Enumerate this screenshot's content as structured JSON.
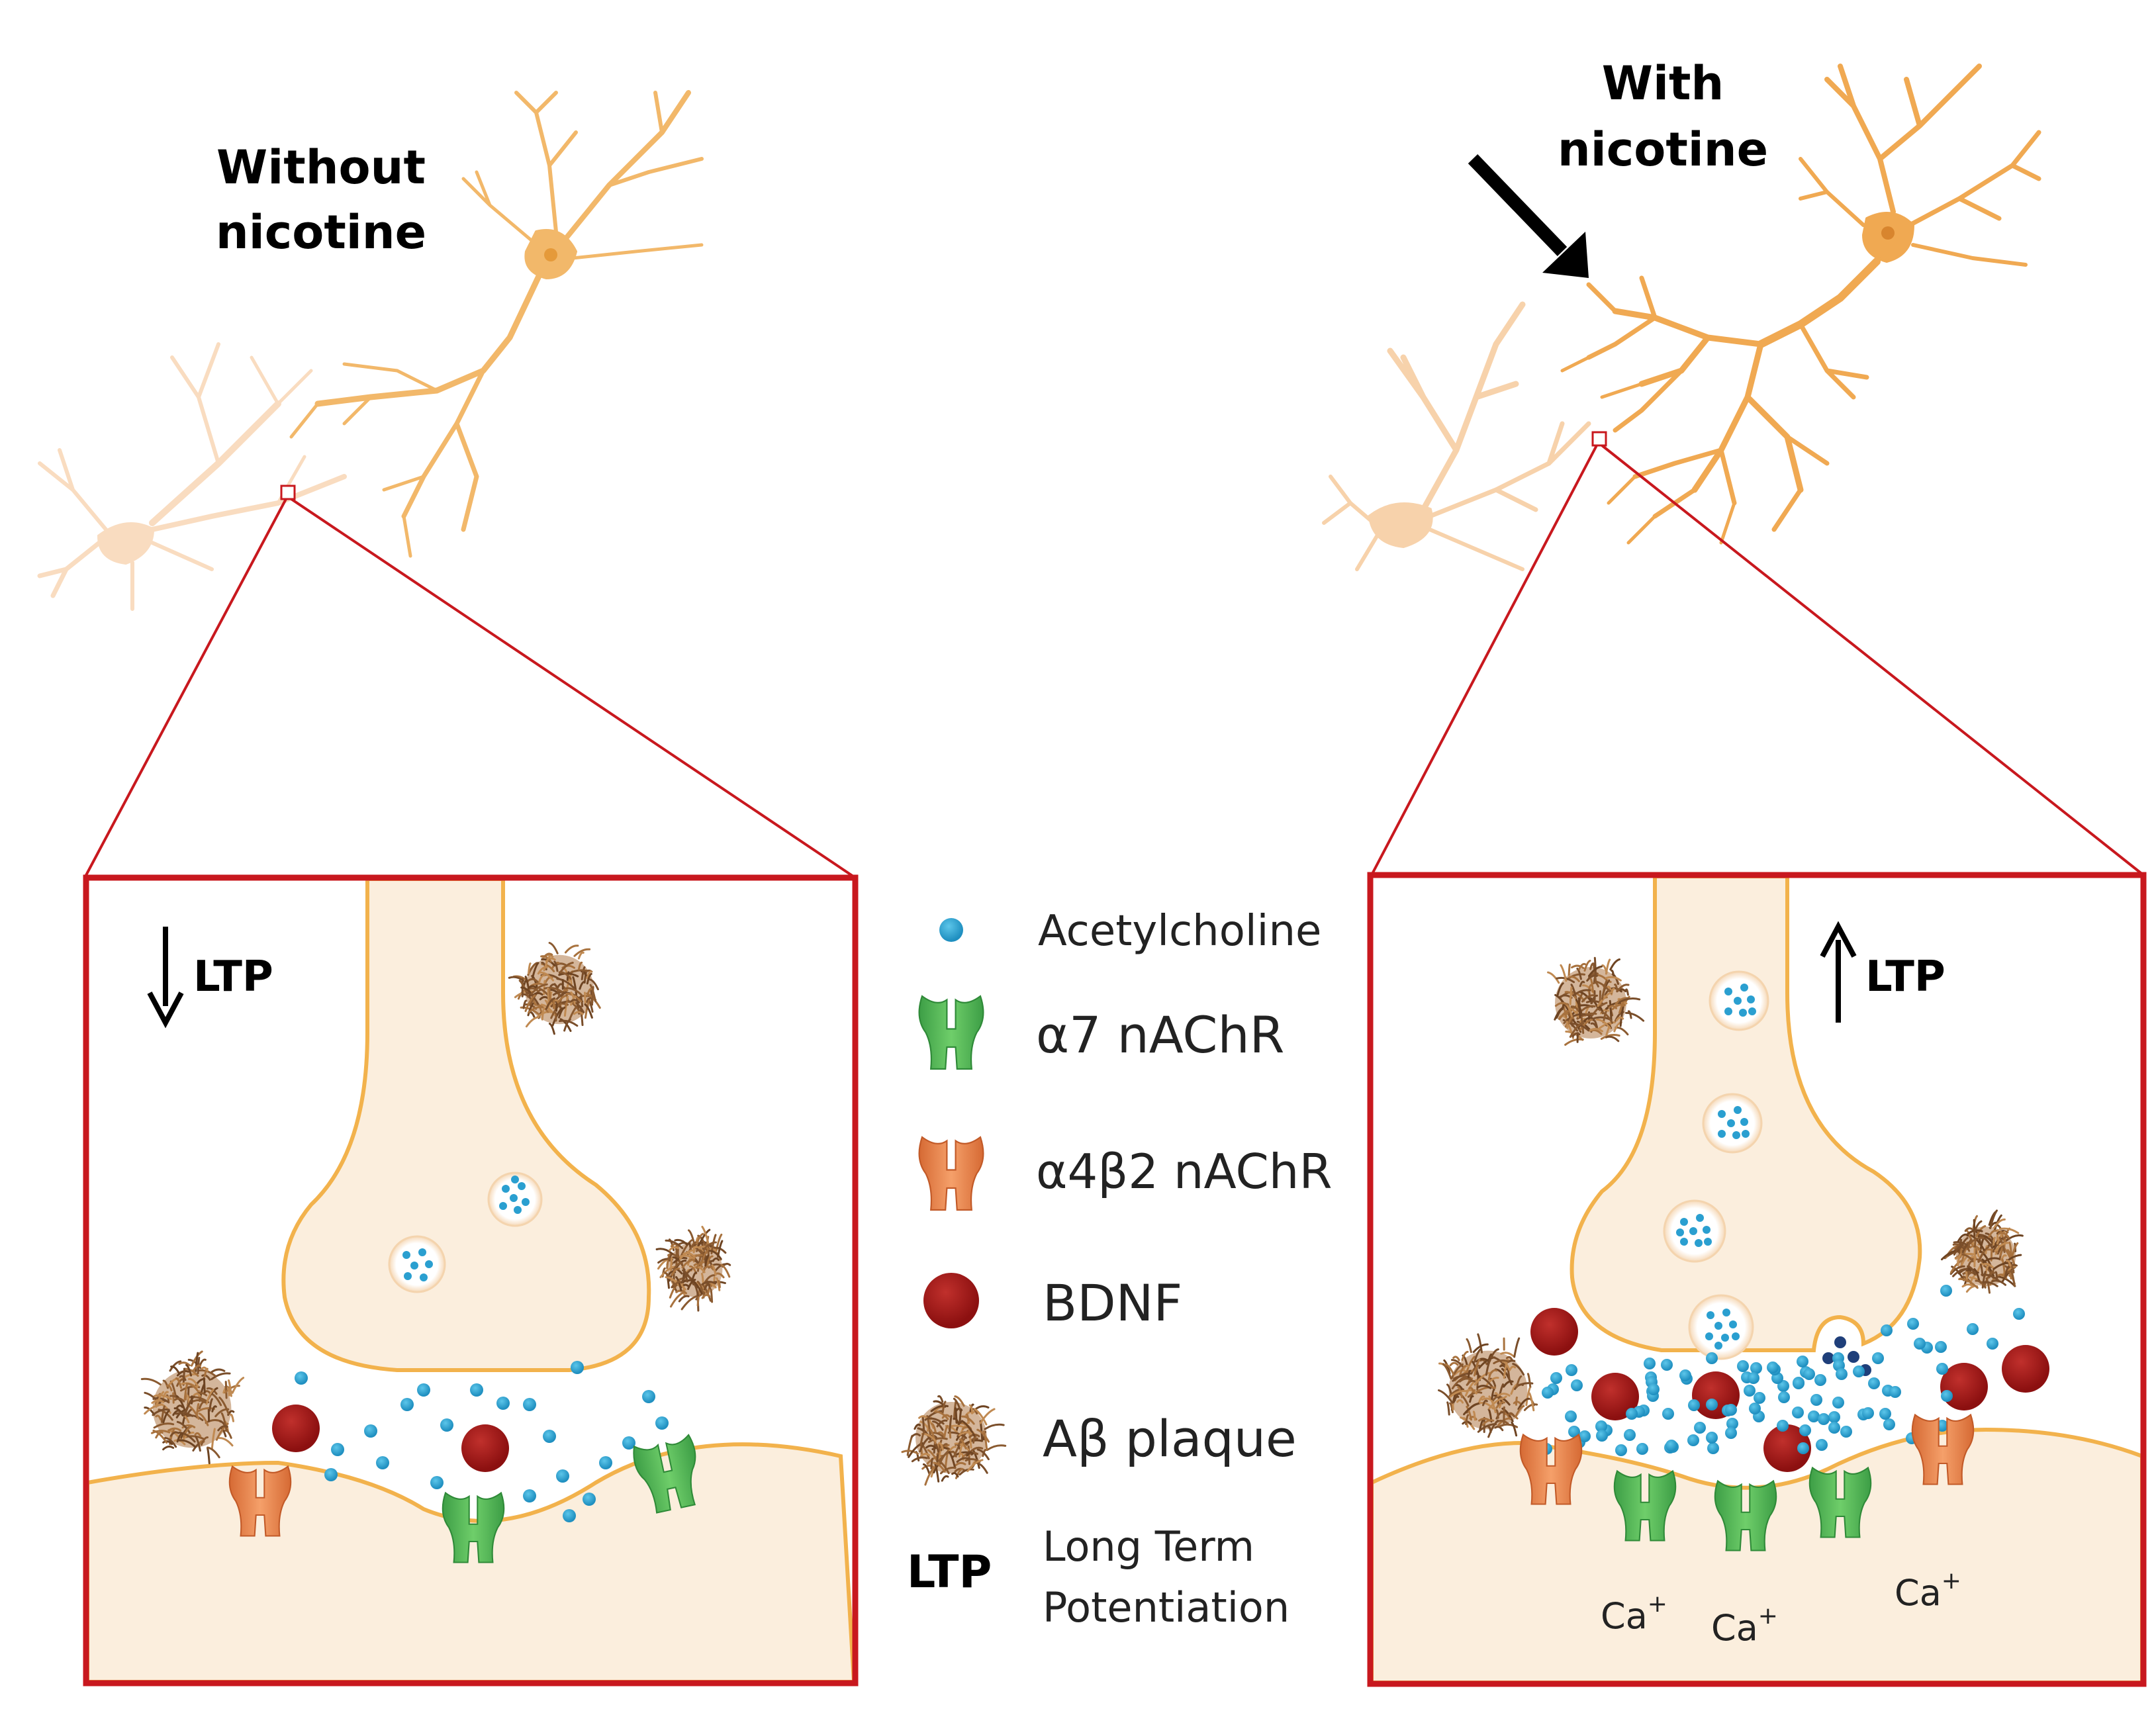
{
  "titles": {
    "left": [
      "Without",
      "nicotine"
    ],
    "right": [
      "With",
      "nicotine"
    ]
  },
  "ltp": {
    "left": "LTP",
    "right": "LTP",
    "left_direction": "down",
    "right_direction": "up"
  },
  "legend": {
    "acetylcholine": "Acetylcholine",
    "a7": "α7 nAChR",
    "a4b2": "α4β2 nAChR",
    "bdnf": "BDNF",
    "plaque": "Aβ plaque",
    "ltp_abbr": "LTP",
    "ltp_full": [
      "Long Term",
      "Potentiation"
    ]
  },
  "ca_labels": [
    "Ca",
    "Ca",
    "Ca"
  ],
  "ca_superscript": "+",
  "colors": {
    "panel_border": "#c8181e",
    "neuron": "#f2b86a",
    "neuron_faded": "#f9dcc0",
    "cytoplasm": "#fbeedd",
    "membrane": "#f2b24c",
    "acetylcholine": "#2a9fd0",
    "a7_receptor": "#4caf50",
    "a4b2_receptor": "#e8824a",
    "bdnf": "#a01818",
    "plaque": "#9a6a3c"
  }
}
